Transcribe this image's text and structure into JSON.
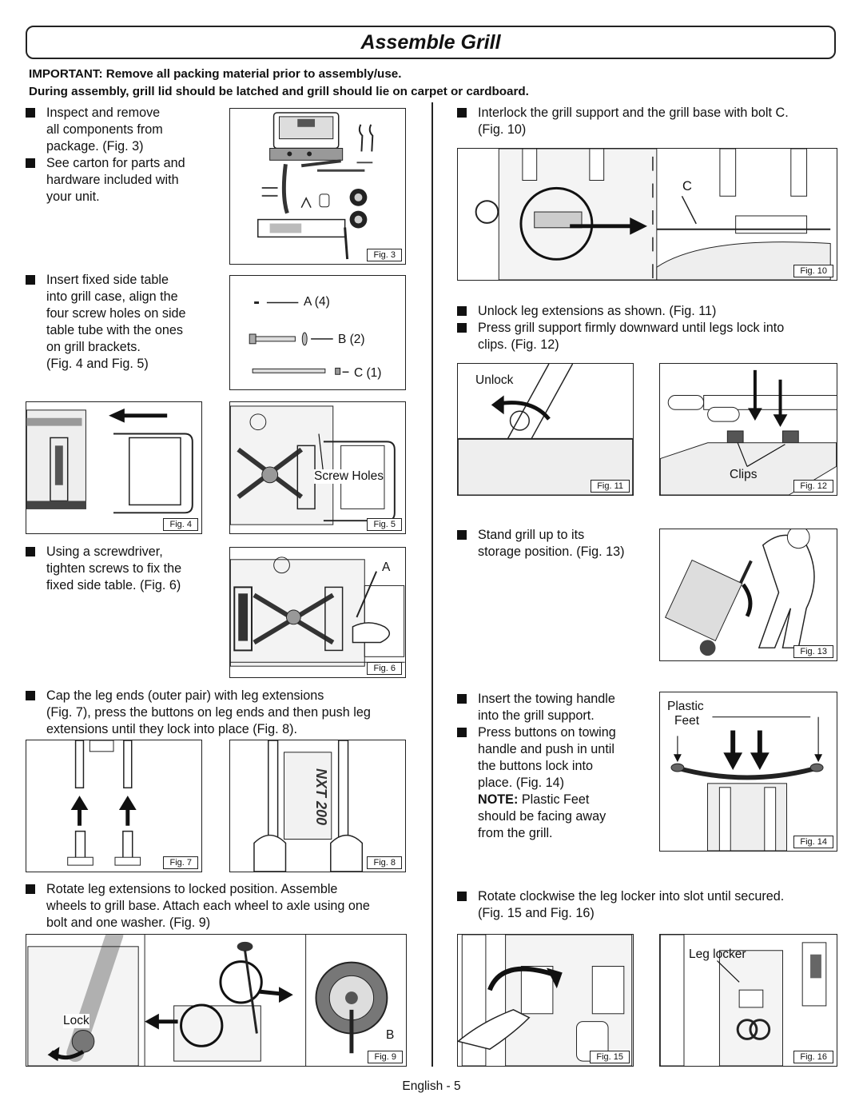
{
  "title": "Assemble Grill",
  "intro": {
    "line1": "IMPORTANT: Remove all packing material prior to assembly/use.",
    "line2": "During assembly, grill lid should be latched and grill should lie on carpet or cardboard."
  },
  "left": {
    "step_inspect": [
      "Inspect and remove",
      "all components from",
      "package. (Fig. 3)"
    ],
    "step_carton": [
      "See carton for parts and",
      "hardware included with",
      "your unit."
    ],
    "step_side_table": [
      "Insert fixed side table",
      "into grill case, align the",
      "four screw holes on side",
      "table tube with the ones",
      "on grill brackets."
    ],
    "step_side_table_ref": "(Fig. 4 and Fig. 5)",
    "step_screwdriver": [
      "Using a screwdriver,",
      "tighten screws to fix the",
      "fixed side table. (Fig. 6)"
    ],
    "step_cap_legs": [
      "Cap the leg ends (outer pair) with leg extensions"
    ],
    "step_cap_legs_more": [
      "(Fig. 7), press the buttons on leg ends and then push leg",
      "extensions until they lock into place (Fig. 8)."
    ],
    "step_rotate_legs": [
      "Rotate leg extensions to locked position. Assemble"
    ],
    "step_rotate_legs_more": [
      "wheels to grill base. Attach each wheel to axle using one",
      "bolt and one washer. (Fig. 9)"
    ]
  },
  "right": {
    "step_interlock": [
      "Interlock the grill support and the grill base with bolt C."
    ],
    "step_interlock_ref": "(Fig. 10)",
    "step_unlock": [
      "Unlock leg extensions as shown. (Fig. 11)"
    ],
    "step_press": [
      "Press grill support firmly downward until legs lock into"
    ],
    "step_press_ref": "clips. (Fig. 12)",
    "step_stand": [
      "Stand grill up to its",
      "storage position. (Fig. 13)"
    ],
    "step_towing": [
      "Insert the towing handle",
      "into the grill support."
    ],
    "step_buttons": [
      "Press buttons on towing",
      "handle and push in until",
      "the buttons lock into",
      "place. (Fig. 14)"
    ],
    "note_label": "NOTE:",
    "note_text": " Plastic Feet",
    "note_more": [
      "should be facing away",
      "from the grill."
    ],
    "step_leg_locker": [
      "Rotate clockwise the leg locker into slot until secured."
    ],
    "step_leg_locker_ref": "(Fig. 15 and Fig. 16)"
  },
  "hardware": [
    {
      "label": "A (4)"
    },
    {
      "label": "B (2)"
    },
    {
      "label": "C (1)"
    }
  ],
  "callouts": {
    "screw_holes": "Screw Holes",
    "a": "A",
    "c": "C",
    "unlock": "Unlock",
    "clips": "Clips",
    "plastic": "Plastic",
    "feet": "Feet",
    "lock": "Lock",
    "b": "B",
    "leg_locker": "Leg locker"
  },
  "figs": {
    "f3": "Fig. 3",
    "f4": "Fig. 4",
    "f5": "Fig. 5",
    "f6": "Fig. 6",
    "f7": "Fig. 7",
    "f8": "Fig. 8",
    "f9": "Fig. 9",
    "f10": "Fig. 10",
    "f11": "Fig. 11",
    "f12": "Fig. 12",
    "f13": "Fig. 13",
    "f14": "Fig. 14",
    "f15": "Fig. 15",
    "f16": "Fig. 16"
  },
  "fig8_logo": "NXT 200",
  "footer": "English - 5"
}
